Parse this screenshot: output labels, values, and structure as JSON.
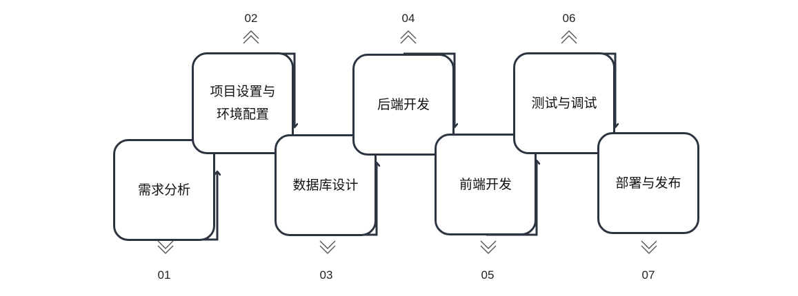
{
  "colors": {
    "box_border": "#2b3440",
    "arrow": "#2b3440",
    "chevron": "#555555",
    "text": "#111111"
  },
  "steps": [
    {
      "number": "01",
      "label": "需求分析"
    },
    {
      "number": "02",
      "label": "项目设置与\n环境配置"
    },
    {
      "number": "03",
      "label": "数据库设计"
    },
    {
      "number": "04",
      "label": "后端开发"
    },
    {
      "number": "05",
      "label": "前端开发"
    },
    {
      "number": "06",
      "label": "测试与调试"
    },
    {
      "number": "07",
      "label": "部署与发布"
    }
  ],
  "icons": {
    "up_marker": "double-chevron-up-icon",
    "down_marker": "double-chevron-down-icon"
  }
}
